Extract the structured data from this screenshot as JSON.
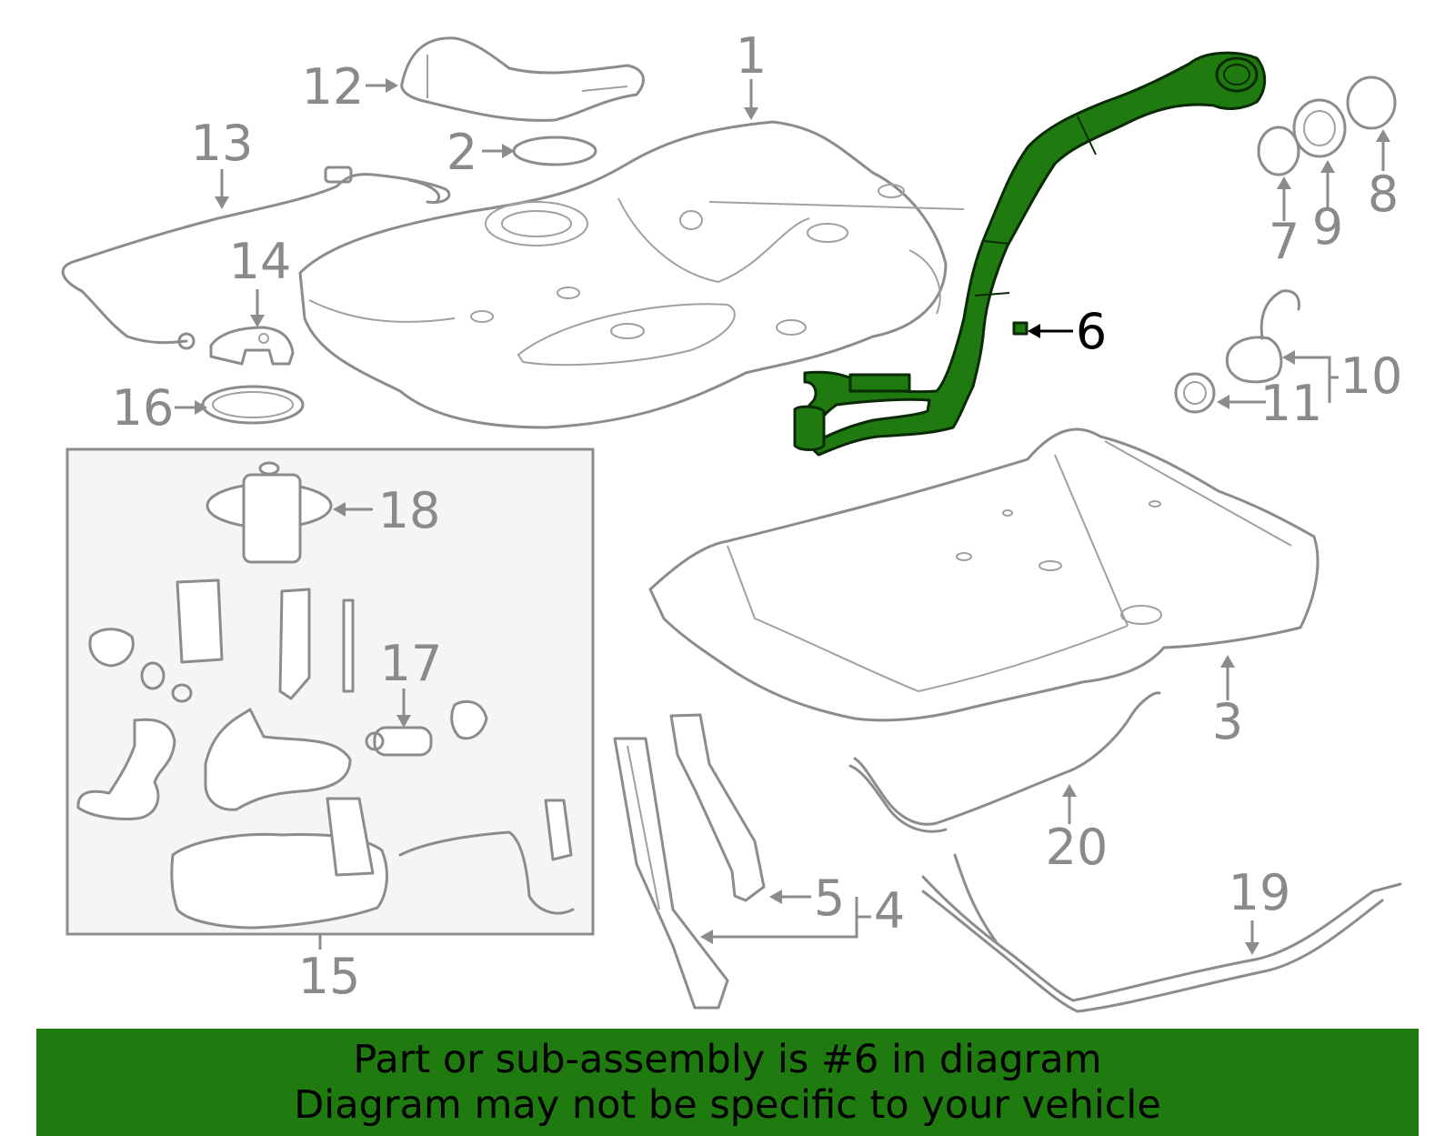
{
  "callouts": {
    "c1": "1",
    "c2": "2",
    "c3": "3",
    "c4": "4",
    "c5": "5",
    "c6": "6",
    "c7": "7",
    "c8": "8",
    "c9": "9",
    "c10": "10",
    "c11": "11",
    "c12": "12",
    "c13": "13",
    "c14": "14",
    "c15": "15",
    "c16": "16",
    "c17": "17",
    "c18": "18",
    "c19": "19",
    "c20": "20"
  },
  "highlighted_part": "6",
  "colors": {
    "highlight": "#1f7a0f",
    "banner_bg": "#1f7a0f",
    "line_art": "#8c8c8c",
    "subassembly_bg": "#f5f5f5"
  },
  "banner": {
    "line1": "Part or sub-assembly is #6 in diagram",
    "line2": "Diagram may not be specific to your vehicle"
  }
}
